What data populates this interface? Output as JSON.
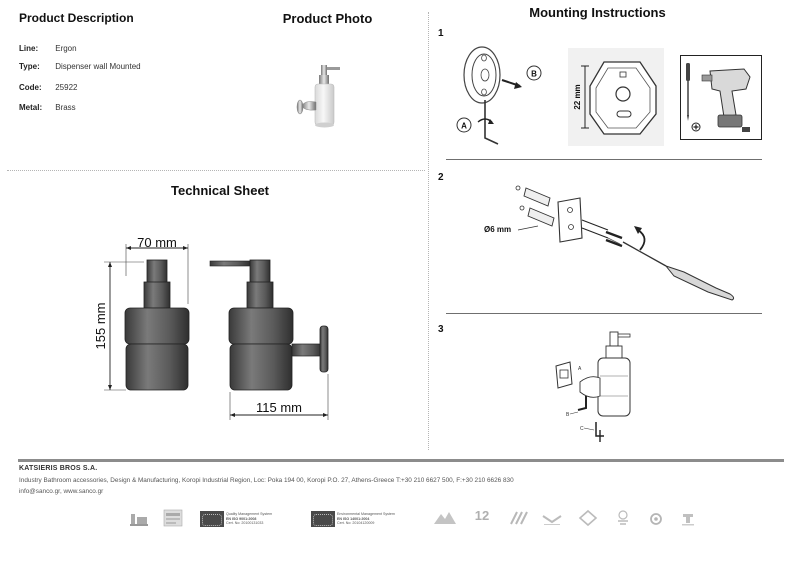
{
  "sections": {
    "product_description": "Product Description",
    "product_photo": "Product Photo",
    "mounting_instructions": "Mounting Instructions",
    "technical_sheet": "Technical Sheet"
  },
  "specs": [
    {
      "key": "Line:",
      "value": "Ergon"
    },
    {
      "key": "Type:",
      "value": "Dispenser wall Mounted"
    },
    {
      "key": "Code:",
      "value": "25922"
    },
    {
      "key": "Metal:",
      "value": "Brass"
    }
  ],
  "technical": {
    "width_label": "70 mm",
    "height_label": "155 mm",
    "depth_label": "115 mm"
  },
  "steps": {
    "step1": "1",
    "step2": "2",
    "step3": "3",
    "label_a": "A",
    "label_b": "B",
    "dim_22": "22 mm",
    "dim_6": "Ø6 mm",
    "s3_a": "A",
    "s3_b": "B",
    "s3_c": "C"
  },
  "footer": {
    "company": "KATSIERIS BROS S.A.",
    "address": "Industry Bathroom accessories, Design & Manufacturing, Koropi Industrial Region, Loc: Poka 194 00, Koropi P.O. 27, Athens-Greece   T:+30 210 6627 500, F:+30 210 6626 830",
    "contact": "info@sanco.gr, www.sanco.gr",
    "cert1_title": "Quality Management System",
    "cert1_std": "EN ISO 9001:2008",
    "cert1_no": "Cert. No: 20100131033",
    "cert2_title": "Environmental Management System",
    "cert2_std": "EN ISO 14001:2004",
    "cert2_no": "Cert. No: 20104120009",
    "badge_years": "12"
  },
  "colors": {
    "text": "#222222",
    "divider": "#6f6f6f",
    "footer_bar": "#8c8c8c",
    "drawing": "#4d4d4d"
  }
}
